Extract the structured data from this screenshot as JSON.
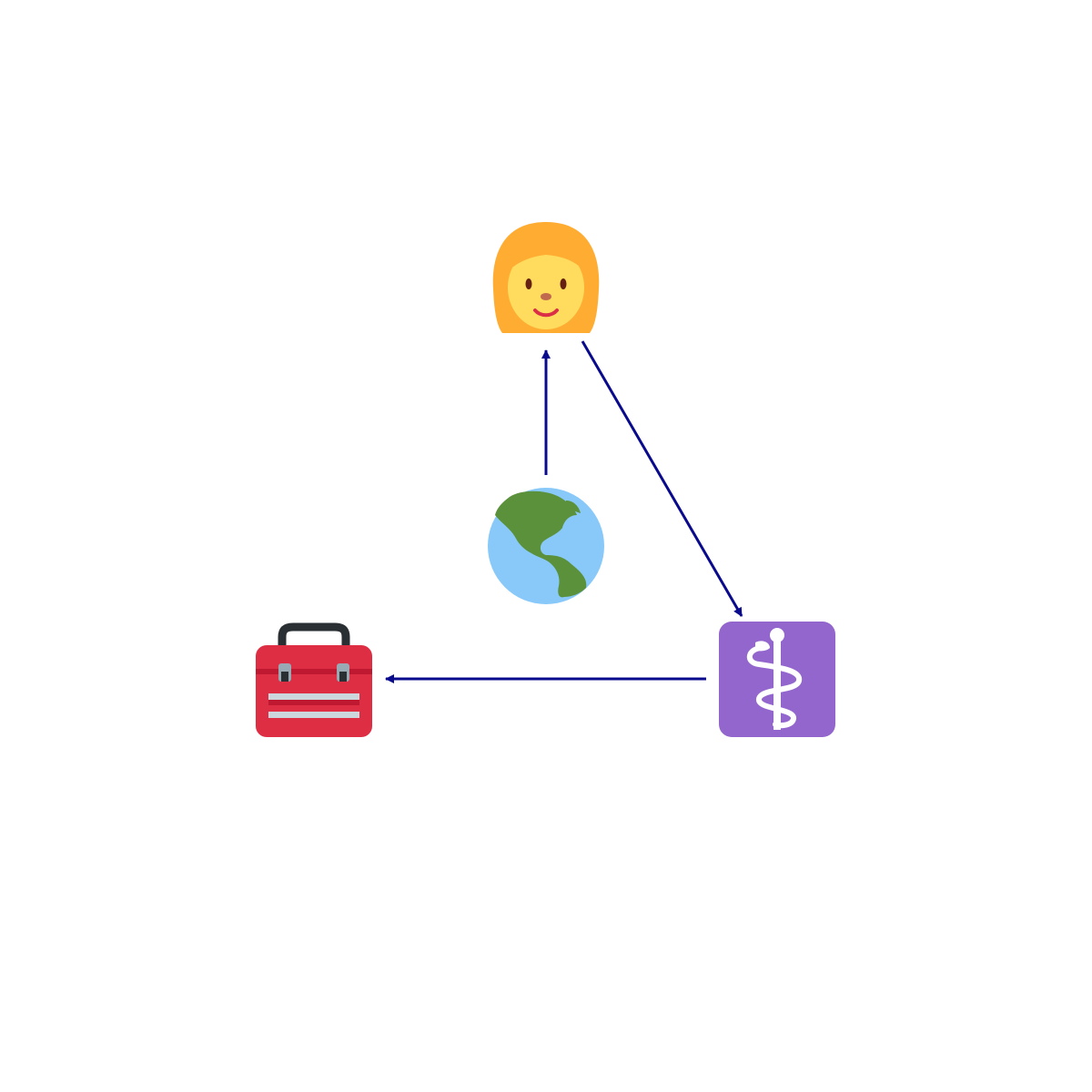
{
  "diagram": {
    "type": "emoji-flow",
    "edge_color": "#0a0a8c",
    "nodes": [
      {
        "id": "woman",
        "icon": "woman-face-icon",
        "label": ""
      },
      {
        "id": "globe",
        "icon": "globe-americas-icon",
        "label": ""
      },
      {
        "id": "medical",
        "icon": "medical-symbol-icon",
        "label": ""
      },
      {
        "id": "toolbox",
        "icon": "toolbox-icon",
        "label": ""
      }
    ],
    "edges": [
      {
        "from": "globe",
        "to": "woman"
      },
      {
        "from": "woman",
        "to": "medical"
      },
      {
        "from": "medical",
        "to": "toolbox"
      }
    ],
    "colors": {
      "hair": "#ffac33",
      "skin": "#ffdc5d",
      "ocean": "#88c9f9",
      "land": "#5c913b",
      "medical_bg": "#9266cc",
      "toolbox_red": "#dd2e44",
      "toolbox_handle": "#292f33"
    }
  }
}
